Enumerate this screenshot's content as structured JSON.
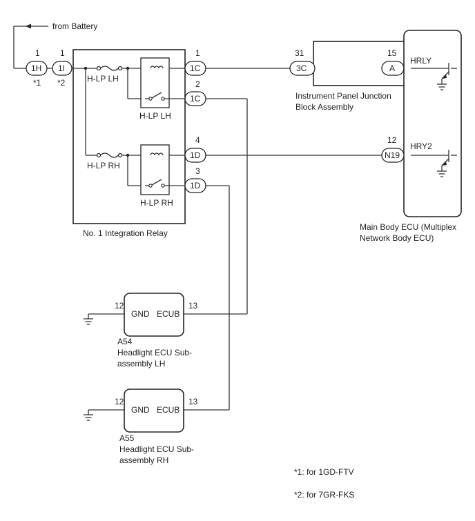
{
  "labels": {
    "from_battery": "from Battery",
    "pin_1h": "1",
    "pin_1i": "1",
    "conn_1h": "1H",
    "conn_1i": "1I",
    "note1_mark": "*1",
    "note2_mark": "*2",
    "fuse_lh": "H-LP LH",
    "fuse_rh": "H-LP RH",
    "relay_lh": "H-LP LH",
    "relay_rh": "H-LP RH",
    "integration_relay": "No. 1 Integration Relay",
    "pin_1c_1": "1",
    "pin_1c_2": "2",
    "pin_1d_4": "4",
    "pin_1d_3": "3",
    "conn_1c_a": "1C",
    "conn_1c_b": "1C",
    "conn_1d_a": "1D",
    "conn_1d_b": "1D",
    "pin_3c": "31",
    "conn_3c": "3C",
    "pin_a": "15",
    "conn_a": "A",
    "hrly": "HRLY",
    "junction_block_l1": "Instrument Panel Junction",
    "junction_block_l2": "Block Assembly",
    "pin_n19": "12",
    "conn_n19": "N19",
    "hry2": "HRY2",
    "main_ecu_l1": "Main Body ECU (Multiplex",
    "main_ecu_l2": "Network Body ECU)",
    "a54_pin_gnd": "12",
    "a54_pin_ecub": "13",
    "a54_gnd": "GND",
    "a54_ecub": "ECUB",
    "a54_code": "A54",
    "a54_name_l1": "Headlight ECU Sub-",
    "a54_name_l2": "assembly LH",
    "a55_pin_gnd": "12",
    "a55_pin_ecub": "13",
    "a55_gnd": "GND",
    "a55_ecub": "ECUB",
    "a55_code": "A55",
    "a55_name_l1": "Headlight ECU Sub-",
    "a55_name_l2": "assembly RH",
    "footnote1": "*1: for 1GD-FTV",
    "footnote2": "*2: for 7GR-FKS"
  }
}
